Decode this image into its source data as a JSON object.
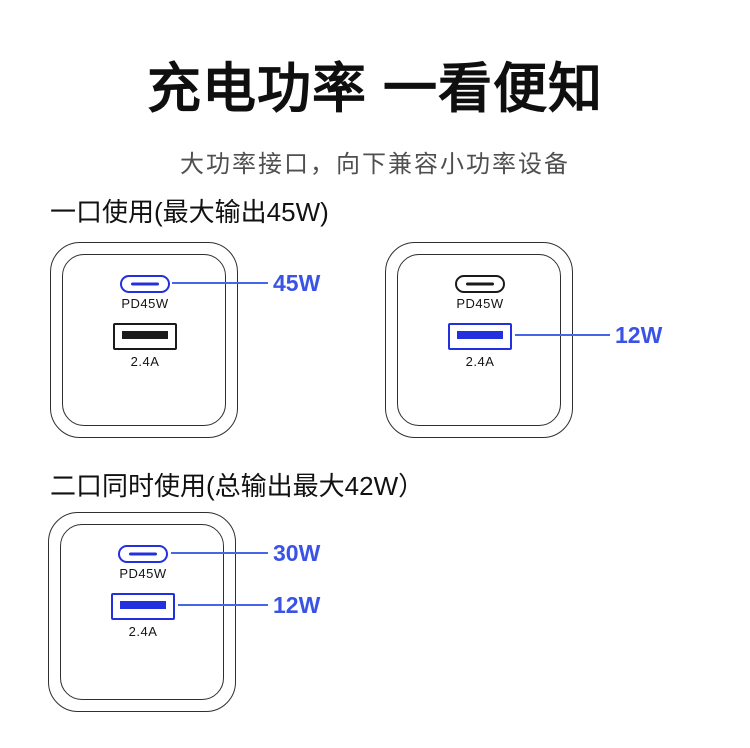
{
  "title": "充电功率 一看便知",
  "subtitle": "大功率接口，向下兼容小功率设备",
  "section1": {
    "heading": "一口使用(最大输出45W)",
    "charger_left": {
      "usbc_label": "PD45W",
      "usba_label": "2.4A",
      "usbc_callout": "45W"
    },
    "charger_right": {
      "usbc_label": "PD45W",
      "usba_label": "2.4A",
      "usba_callout": "12W"
    }
  },
  "section2": {
    "heading": "二口同时使用(总输出最大42W）",
    "charger": {
      "usbc_label": "PD45W",
      "usba_label": "2.4A",
      "usbc_callout": "30W",
      "usba_callout": "12W"
    }
  },
  "icons": {
    "usb_c_port": "rounded-pill-with-center-bar",
    "usb_a_port": "rectangle-with-contact-bar"
  },
  "colors": {
    "accent_blue": "#3a53e6",
    "port_blue": "#2330dd",
    "line_blue": "#4666e8",
    "outline_dark": "#2f2f2f",
    "text_black": "#0f0f0f",
    "subtitle_gray": "#4f4f4f"
  }
}
